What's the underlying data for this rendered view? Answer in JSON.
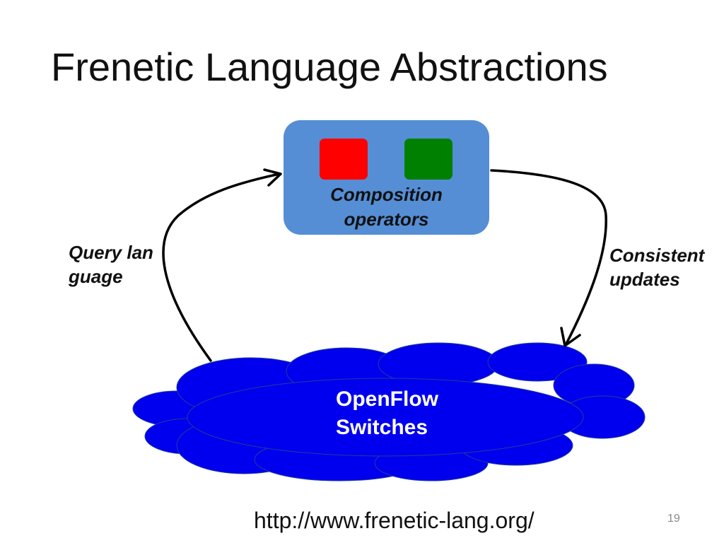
{
  "slide": {
    "title": "Frenetic Language Abstractions",
    "url": "http://www.frenetic-lang.org/",
    "page_number": "19"
  },
  "composition": {
    "label_line1": "Composition",
    "label_line2": "operators"
  },
  "query_label": "Query language",
  "updates_label_line1": "Consistent",
  "updates_label_line2": "updates",
  "cloud": {
    "label_line1": "OpenFlow",
    "label_line2": "Switches"
  },
  "colors": {
    "composition_box": "#558ed5",
    "red_square": "#ff0000",
    "green_square": "#008000",
    "cloud_fill": "#0000ee",
    "cloud_stroke": "#1f3d99"
  }
}
